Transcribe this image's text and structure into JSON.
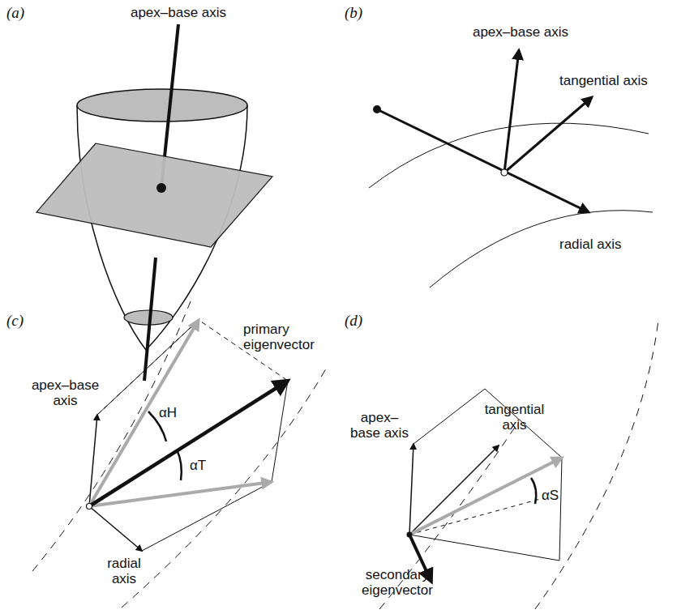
{
  "diagram": {
    "labels": [
      "(a)",
      "apex–base axis",
      "(b)",
      "apex–base axis",
      "tangential axis",
      "radial axis",
      "(c)",
      "primary eigenvector",
      "apex–base axis",
      "αH",
      "αT",
      "radial axis",
      "(d)",
      "apex–base axis",
      "tangential axis",
      "αS",
      "secondary eigenvector"
    ]
  }
}
